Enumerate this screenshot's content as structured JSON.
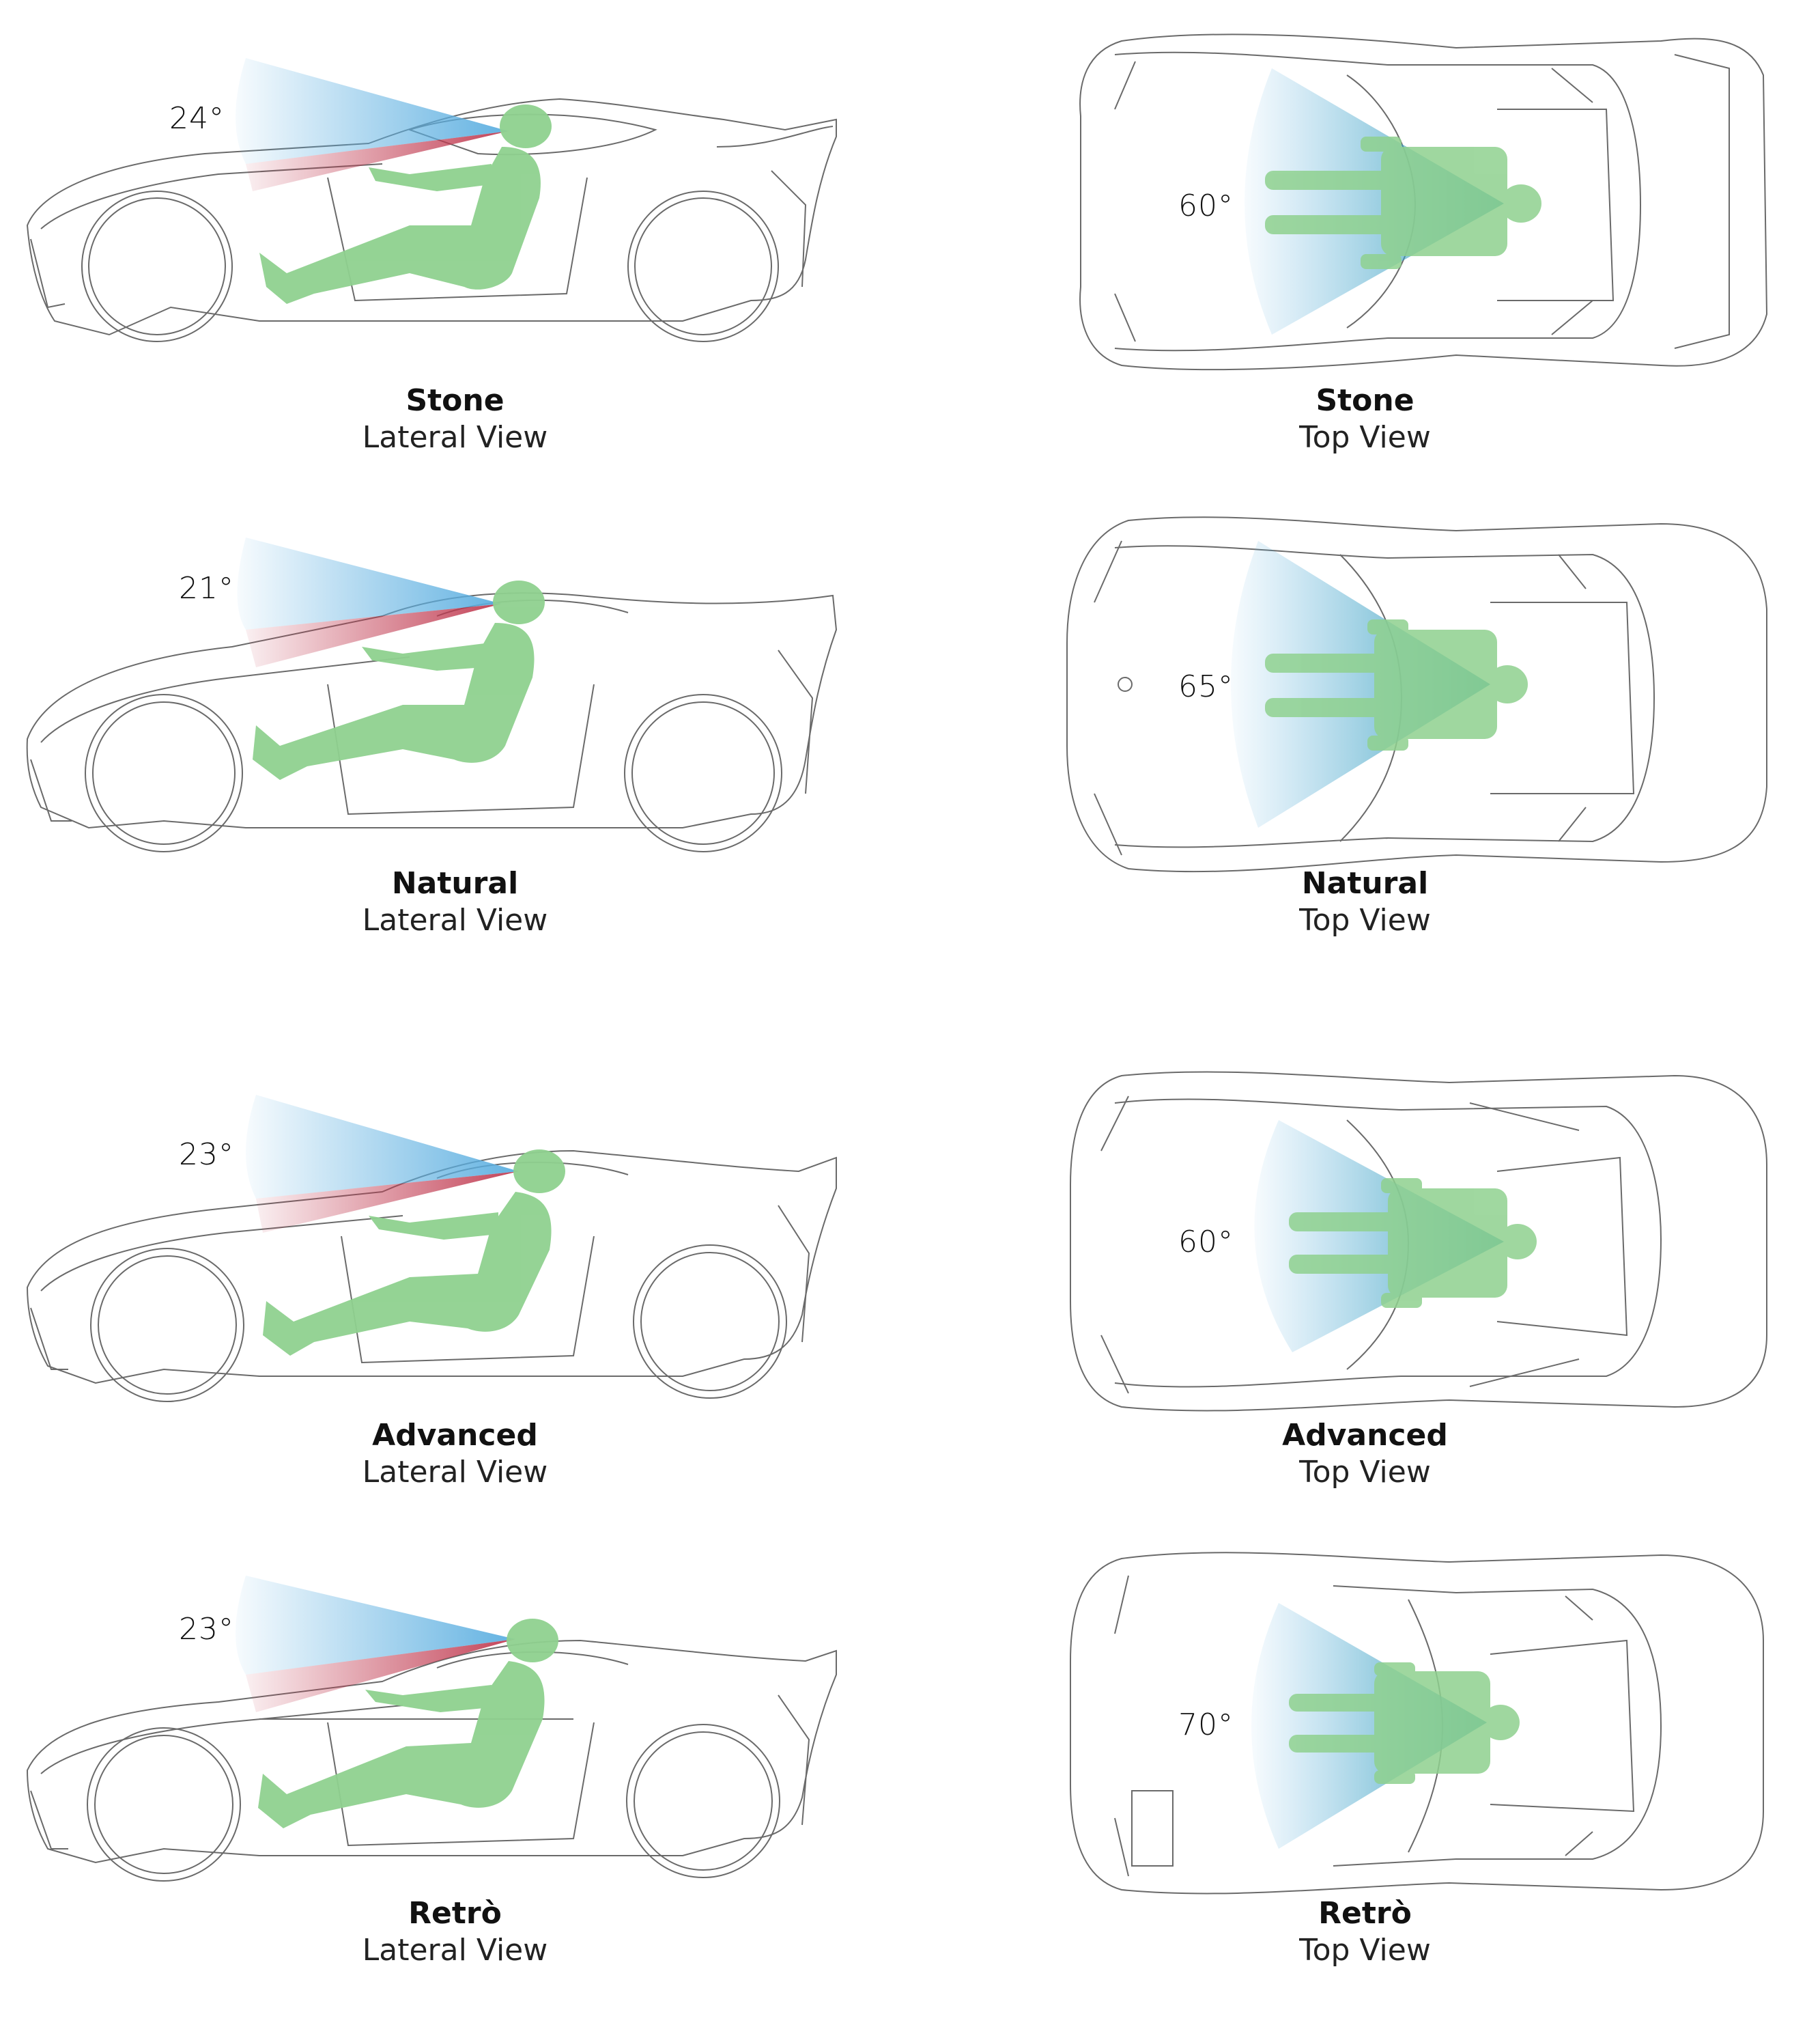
{
  "panels": [
    {
      "angle": "24°",
      "title": "Stone",
      "subtitle": "Lateral View"
    },
    {
      "angle": "60°",
      "title": "Stone",
      "subtitle": "Top View"
    },
    {
      "angle": "21°",
      "title": "Natural",
      "subtitle": "Lateral View"
    },
    {
      "angle": "65°",
      "title": "Natural",
      "subtitle": "Top View"
    },
    {
      "angle": "23°",
      "title": "Advanced",
      "subtitle": "Lateral View"
    },
    {
      "angle": "60°",
      "title": "Advanced",
      "subtitle": "Top View"
    },
    {
      "angle": "23°",
      "title": "Retrò",
      "subtitle": "Lateral View"
    },
    {
      "angle": "70°",
      "title": "Retrò",
      "subtitle": "Top View"
    }
  ],
  "colors": {
    "cone_blue": "#5aaee0",
    "cone_red": "#c0394f",
    "driver_green": "#8fd18f",
    "outline": "#6a6a6a"
  },
  "icons": {
    "lateral": "car-side-outline",
    "top": "car-top-outline",
    "driver": "driver-silhouette",
    "cone": "field-of-view-cone"
  }
}
